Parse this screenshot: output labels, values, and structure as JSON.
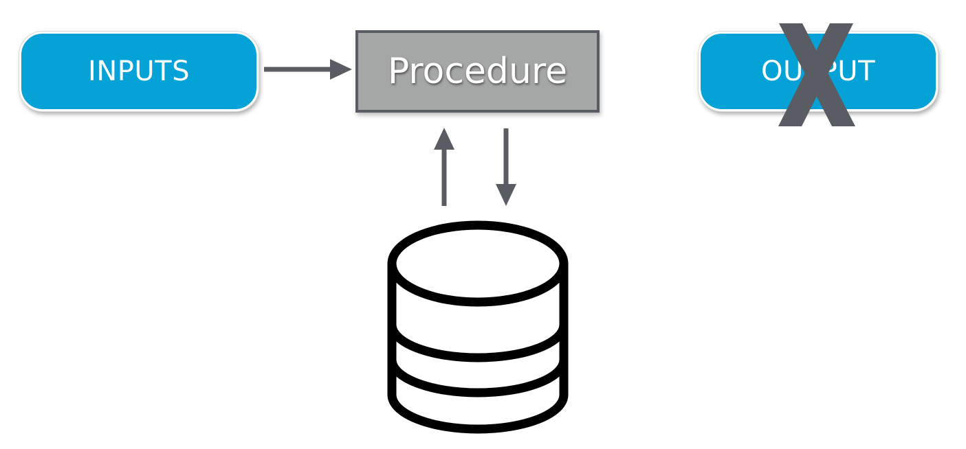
{
  "inputs": {
    "label": "INPUTS"
  },
  "procedure": {
    "label": "Procedure"
  },
  "output": {
    "label": "OUTPUT",
    "crossed_out": true
  },
  "icons": {
    "cross": "x-mark-icon",
    "database": "database-icon",
    "arrows": [
      "arrow-right-icon",
      "arrow-up-icon",
      "arrow-down-icon"
    ]
  },
  "colors": {
    "pill": "#05a2d8",
    "procedure_fill": "#a5a7a6",
    "procedure_border": "#595c62",
    "arrow": "#595c62",
    "cross": "#595c62",
    "database": "#000000"
  }
}
